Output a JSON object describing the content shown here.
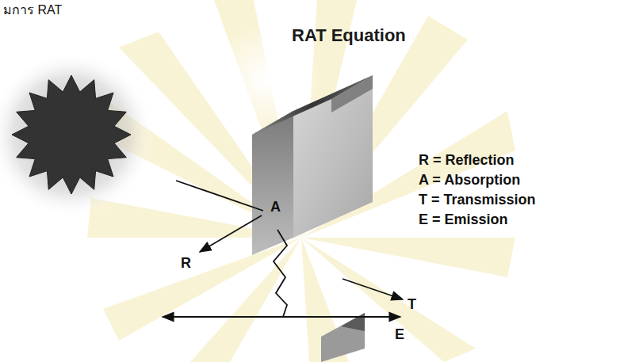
{
  "diagram": {
    "title": "RAT Equation",
    "labels": [
      "มการ RAT",
      "A",
      "R",
      "T",
      "E",
      "R = Reflection",
      "A = Absorption",
      "T = Transmission",
      "E = Emission"
    ]
  }
}
